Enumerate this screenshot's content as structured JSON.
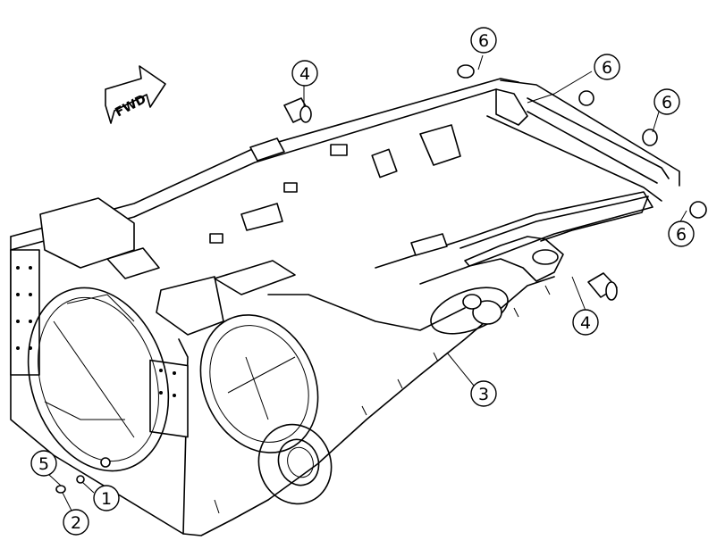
{
  "figure": {
    "direction_label": "FWD",
    "callouts": [
      {
        "id": "c-4-top",
        "label": "4"
      },
      {
        "id": "c-6-a",
        "label": "6"
      },
      {
        "id": "c-6-b",
        "label": "6"
      },
      {
        "id": "c-6-c",
        "label": "6"
      },
      {
        "id": "c-6-d",
        "label": "6"
      },
      {
        "id": "c-4-mid",
        "label": "4"
      },
      {
        "id": "c-3",
        "label": "3"
      },
      {
        "id": "c-5",
        "label": "5"
      },
      {
        "id": "c-1",
        "label": "1"
      },
      {
        "id": "c-2",
        "label": "2"
      }
    ]
  }
}
